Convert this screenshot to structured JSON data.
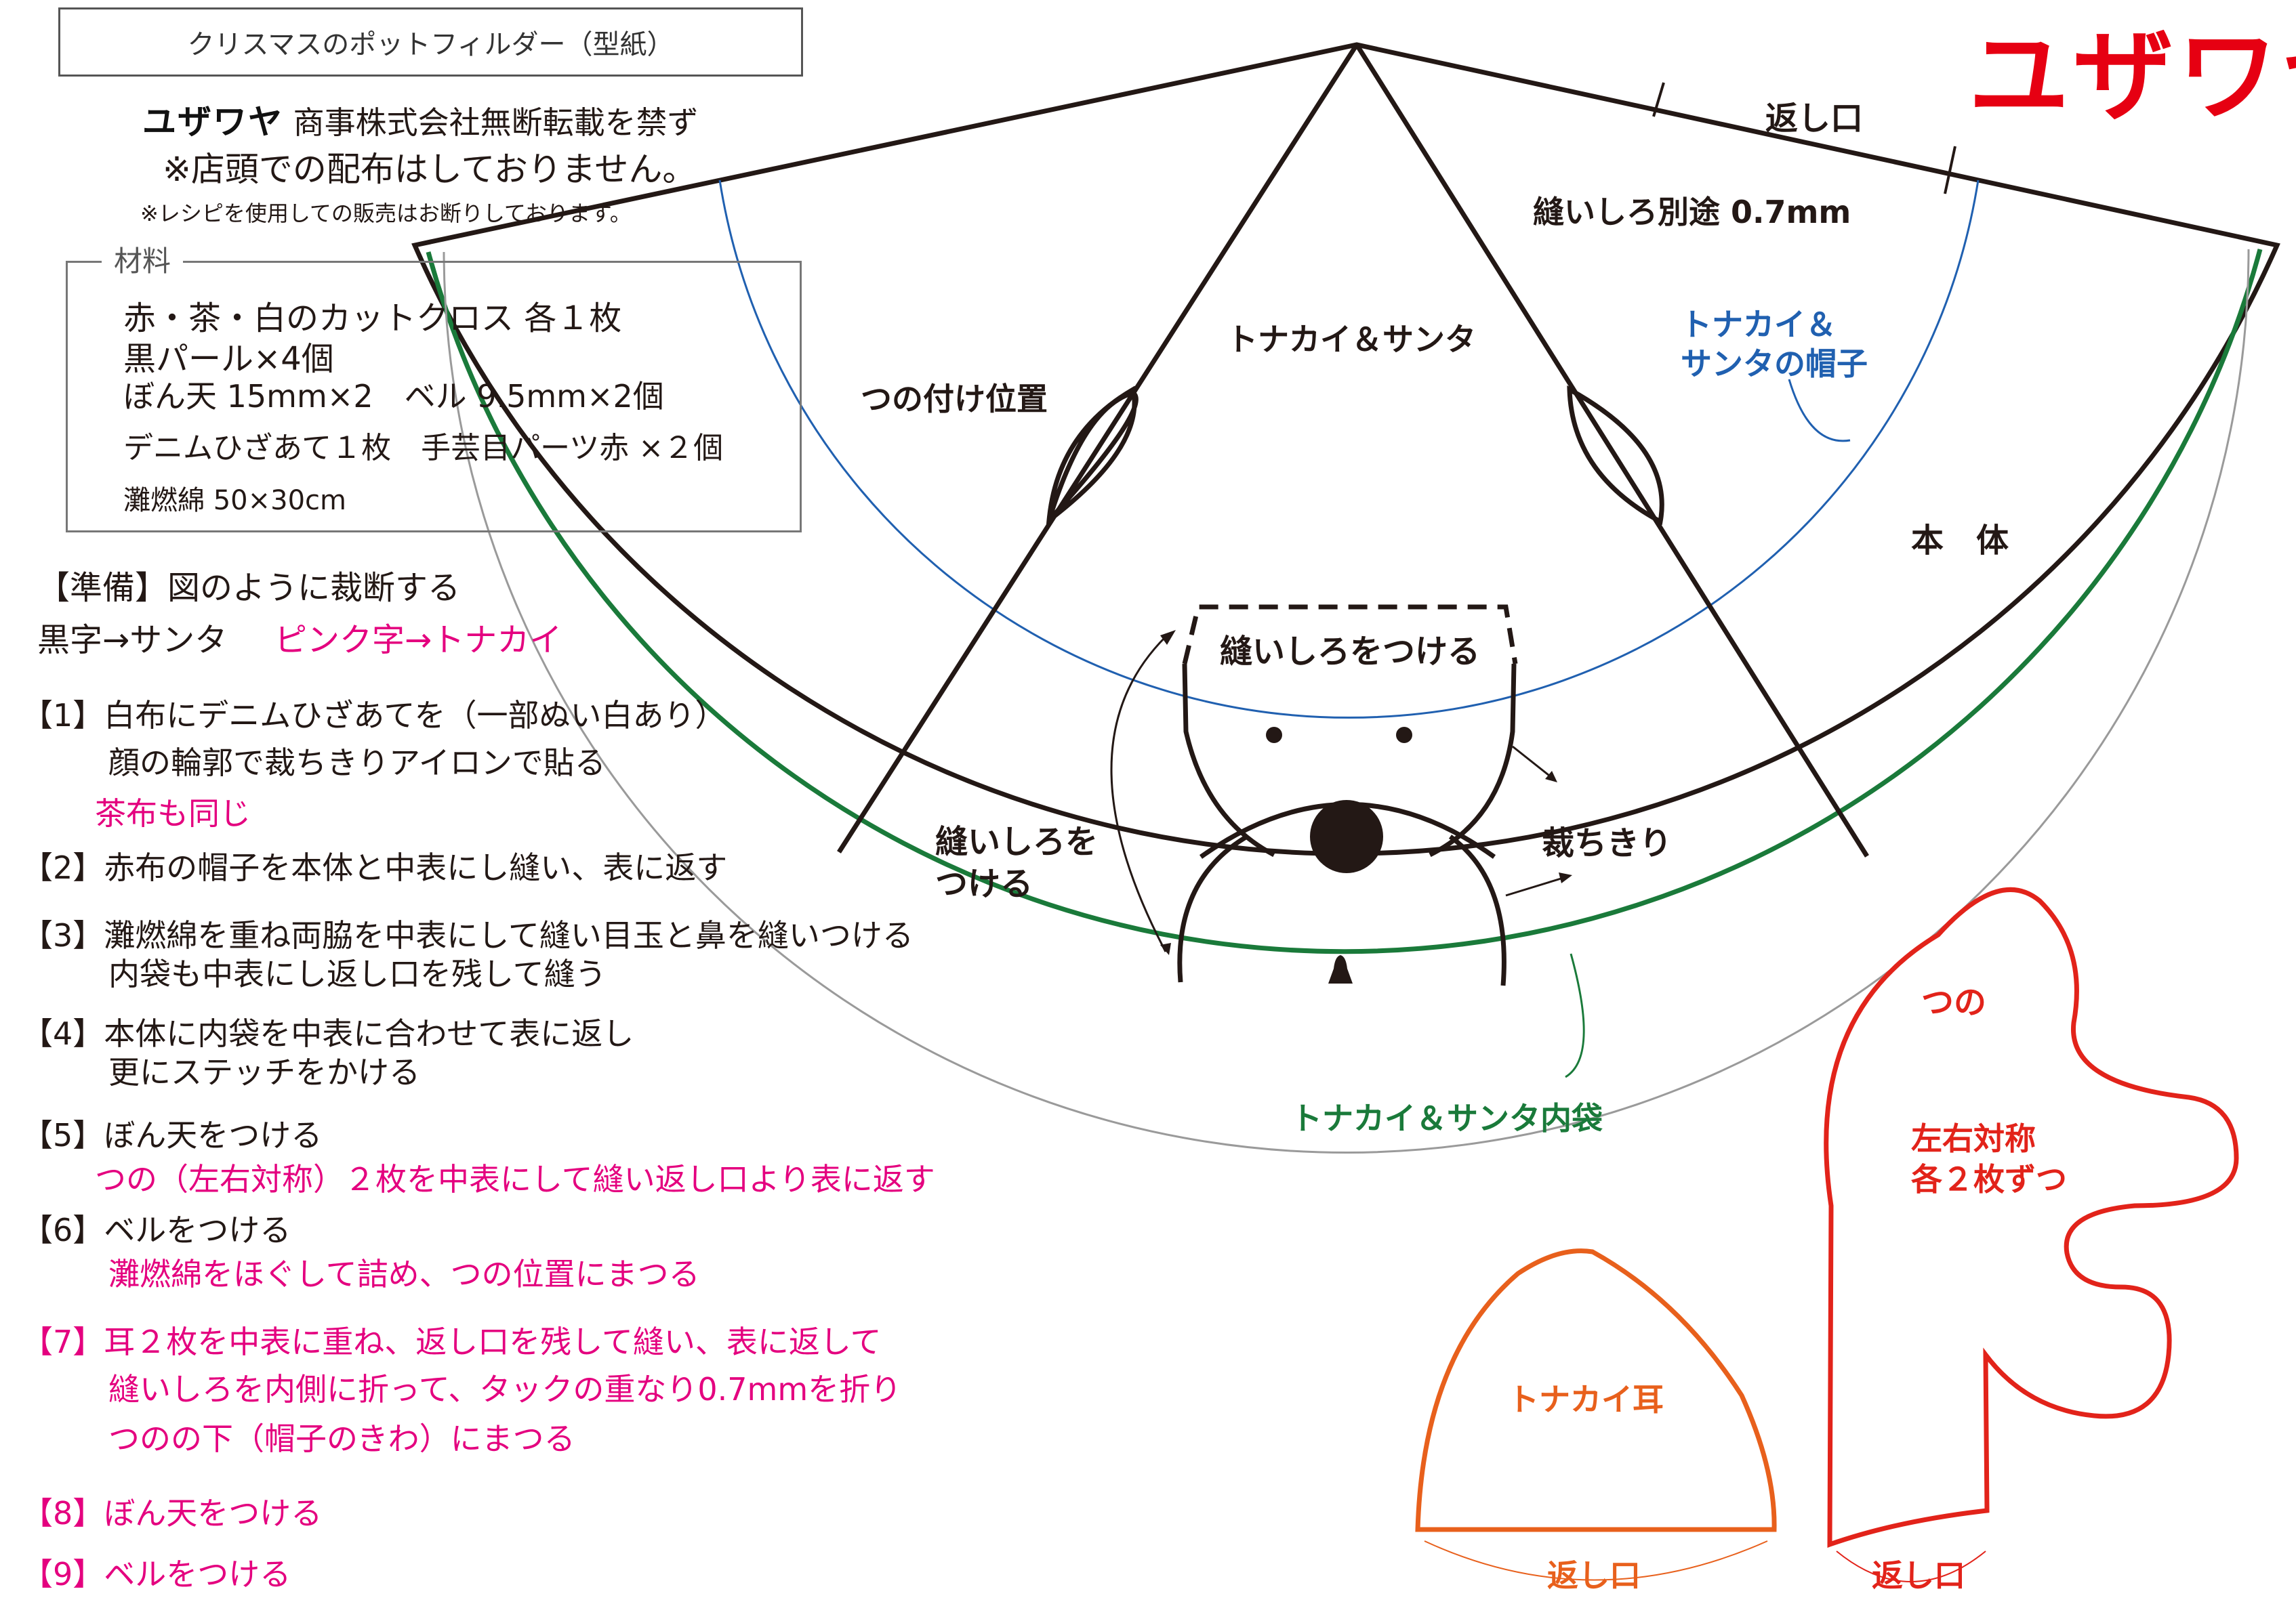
{
  "header": {
    "title": "クリスマスのポットフィルダー（型紙）",
    "brand_logo": "ユザワヤ",
    "copyright": "商事株式会社無断転載を禁ず",
    "notice": "※店頭での配布はしておりません。",
    "notice_small": "※レシピを使用しての販売はお断りしております。"
  },
  "materials": {
    "label": "材料",
    "items": [
      "赤・茶・白のカットクロス 各１枚",
      "黒パール×4個",
      "ぼん天 15mm×2　ベル 9.5mm×2個",
      "デニムひざあて１枚　手芸目パーツ赤 ×２個",
      "灘燃綿 50×30cm"
    ]
  },
  "prep": {
    "heading": "【準備】図のように裁断する",
    "legend_black": "黒字→サンタ",
    "legend_pink": "ピンク字→トナカイ"
  },
  "steps": [
    {
      "num": "【1】",
      "text": "白布にデニムひざあてを（一部ぬい白あり）",
      "line2": "顔の輪郭で裁ちきりアイロンで貼る",
      "extra": "茶布も同じ"
    },
    {
      "num": "【2】",
      "text": "赤布の帽子を本体と中表にし縫い、表に返す"
    },
    {
      "num": "【3】",
      "text": "灘燃綿を重ね両脇を中表にして縫い目玉と鼻を縫いつける",
      "line2": "内袋も中表にし返し口を残して縫う"
    },
    {
      "num": "【4】",
      "text": "本体に内袋を中表に合わせて表に返し",
      "line2": "更にステッチをかける"
    },
    {
      "num": "【5】",
      "text": "ぼん天をつける",
      "extra": "つの（左右対称）２枚を中表にして縫い返し口より表に返す"
    },
    {
      "num": "【6】",
      "text": "ベルをつける",
      "extra": "灘燃綿をほぐして詰め、つの位置にまつる"
    },
    {
      "num": "【7】",
      "text": "耳２枚を中表に重ね、返し口を残して縫い、表に返して",
      "line2": "縫いしろを内側に折って、タックの重なり0.7mmを折り",
      "line3": "つのの下（帽子のきわ）にまつる"
    },
    {
      "num": "【8】",
      "text": "ぼん天をつける"
    },
    {
      "num": "【9】",
      "text": "ベルをつける"
    }
  ],
  "pattern": {
    "opening": "返し口",
    "seam_allowance": "縫いしろ別途 0.7mm",
    "center_label": "トナカイ＆サンタ",
    "horn_position": "つの付け位置",
    "hat_label_1": "トナカイ＆",
    "hat_label_2": "サンタの帽子",
    "body": "本　体",
    "face_seam": "縫いしろをつける",
    "side_seam_1": "縫いしろを",
    "side_seam_2": "つける",
    "cut_edge": "裁ちきり",
    "lining": "トナカイ＆サンタ内袋"
  },
  "horn": {
    "title": "つの",
    "note_1": "左右対称",
    "note_2": "各２枚ずつ",
    "opening": "返し口"
  },
  "ear": {
    "title": "トナカイ耳",
    "opening": "返し口"
  },
  "colors": {
    "brand_red": "#e60012",
    "pink": "#e4007f",
    "hat_blue": "#2060b0",
    "lining_green": "#1a7a3a",
    "ear_orange": "#e8601c",
    "horn_red": "#e2231a"
  }
}
